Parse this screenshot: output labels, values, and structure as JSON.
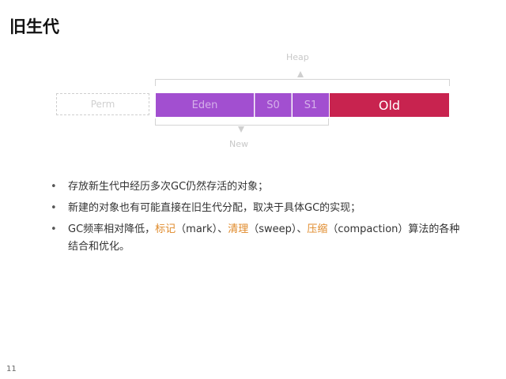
{
  "title": "旧生代",
  "diagram": {
    "heap_label": "Heap",
    "new_label": "New",
    "segments": {
      "perm": "Perm",
      "eden": "Eden",
      "s0": "S0",
      "s1": "S1",
      "old": "Old"
    },
    "colors": {
      "young": "#a24fd0",
      "old": "#c8234f"
    }
  },
  "bullets": {
    "b1": "存放新生代中经历多次GC仍然存活的对象；",
    "b2": "新建的对象也有可能直接在旧生代分配，取决于具体GC的实现；",
    "b3": {
      "p1": "GC频率相对降低，",
      "mark": "标记",
      "p2": "（mark）、",
      "sweep": "清理",
      "p3": "（sweep）、",
      "compact": "压缩",
      "p4": "（compaction）算法的各种结合和优化。"
    }
  },
  "page_number": "11"
}
